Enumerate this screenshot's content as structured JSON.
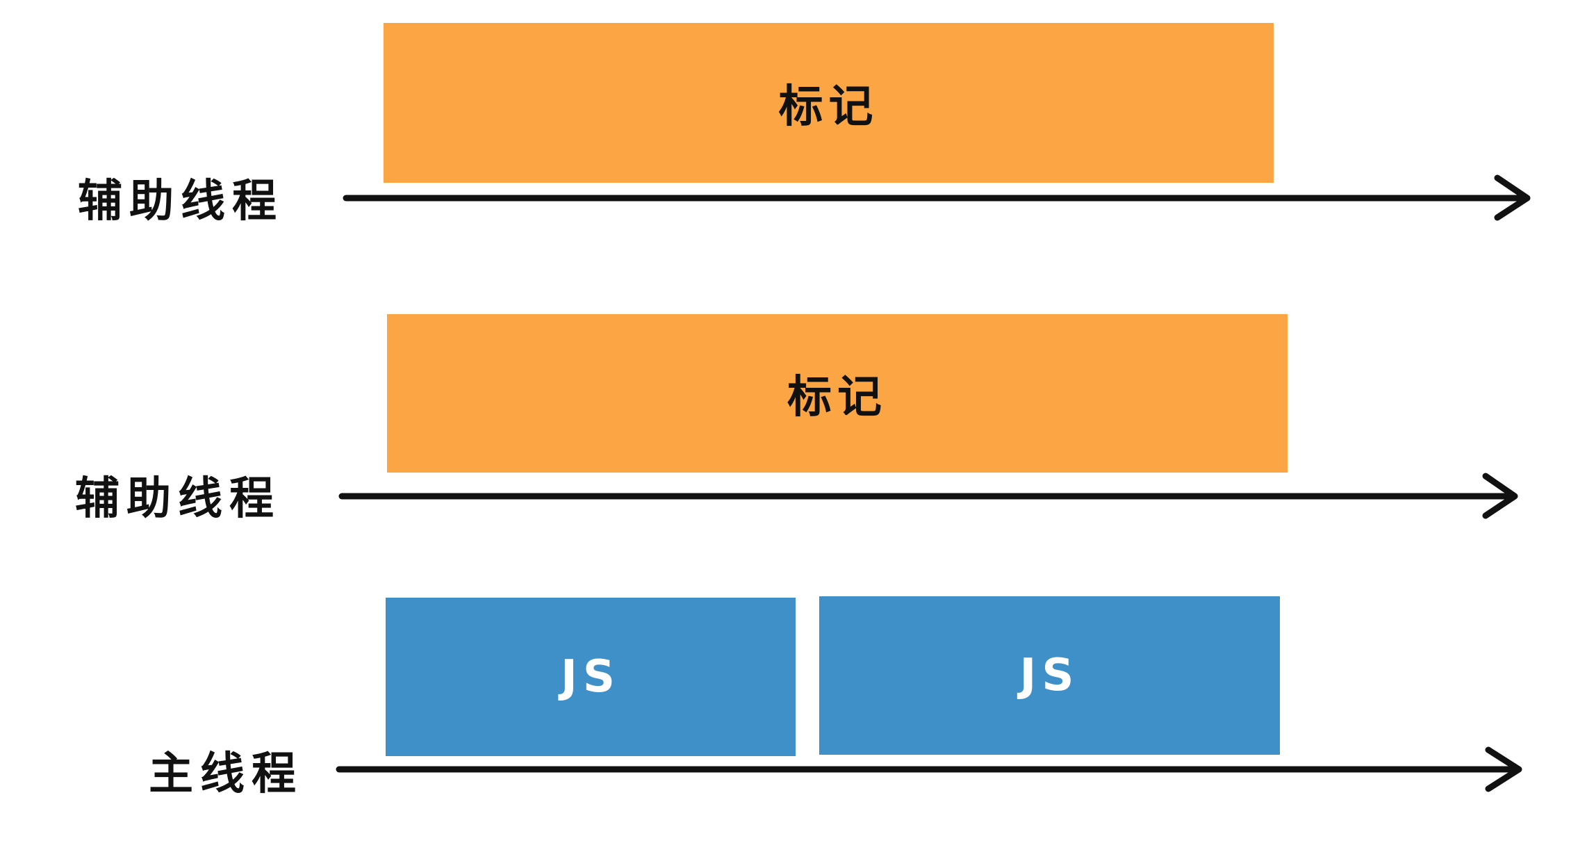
{
  "lanes": [
    {
      "label": "辅助线程",
      "blocks": [
        {
          "label": "标记",
          "kind": "mark"
        }
      ]
    },
    {
      "label": "辅助线程",
      "blocks": [
        {
          "label": "标记",
          "kind": "mark"
        }
      ]
    },
    {
      "label": "主线程",
      "blocks": [
        {
          "label": "JS",
          "kind": "js"
        },
        {
          "label": "JS",
          "kind": "js"
        }
      ]
    }
  ],
  "colors": {
    "mark_block": "#fba545",
    "js_block": "#3f8fc8",
    "axis": "#111111"
  }
}
